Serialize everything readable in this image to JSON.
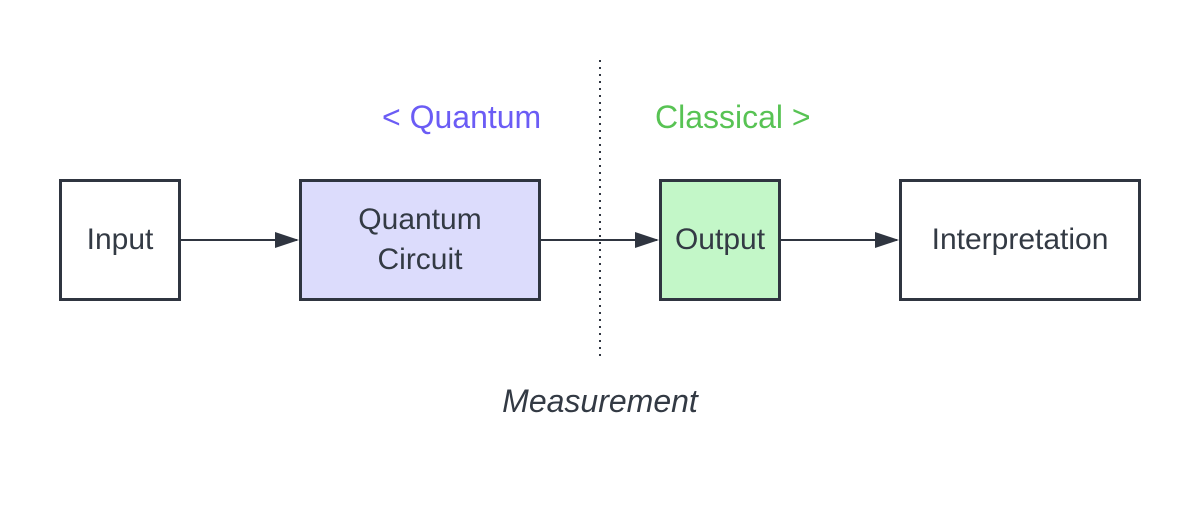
{
  "diagram": {
    "nodes": {
      "input": {
        "label": "Input",
        "fill": "#ffffff"
      },
      "circuit": {
        "label": "Quantum\nCircuit",
        "fill": "#dcdcfc"
      },
      "output": {
        "label": "Output",
        "fill": "#c3f7c8"
      },
      "interpretation": {
        "label": "Interpretation",
        "fill": "#ffffff"
      }
    },
    "edges": [
      {
        "from": "input",
        "to": "circuit"
      },
      {
        "from": "circuit",
        "to": "output"
      },
      {
        "from": "output",
        "to": "interpretation"
      }
    ],
    "regions": {
      "quantum": {
        "label": "< Quantum",
        "color": "#6b5cf5"
      },
      "classical": {
        "label": "Classical >",
        "color": "#58c354"
      }
    },
    "divider": {
      "label": "Measurement",
      "style": "dotted"
    },
    "colors": {
      "stroke": "#2f3540",
      "text": "#333a44"
    }
  }
}
